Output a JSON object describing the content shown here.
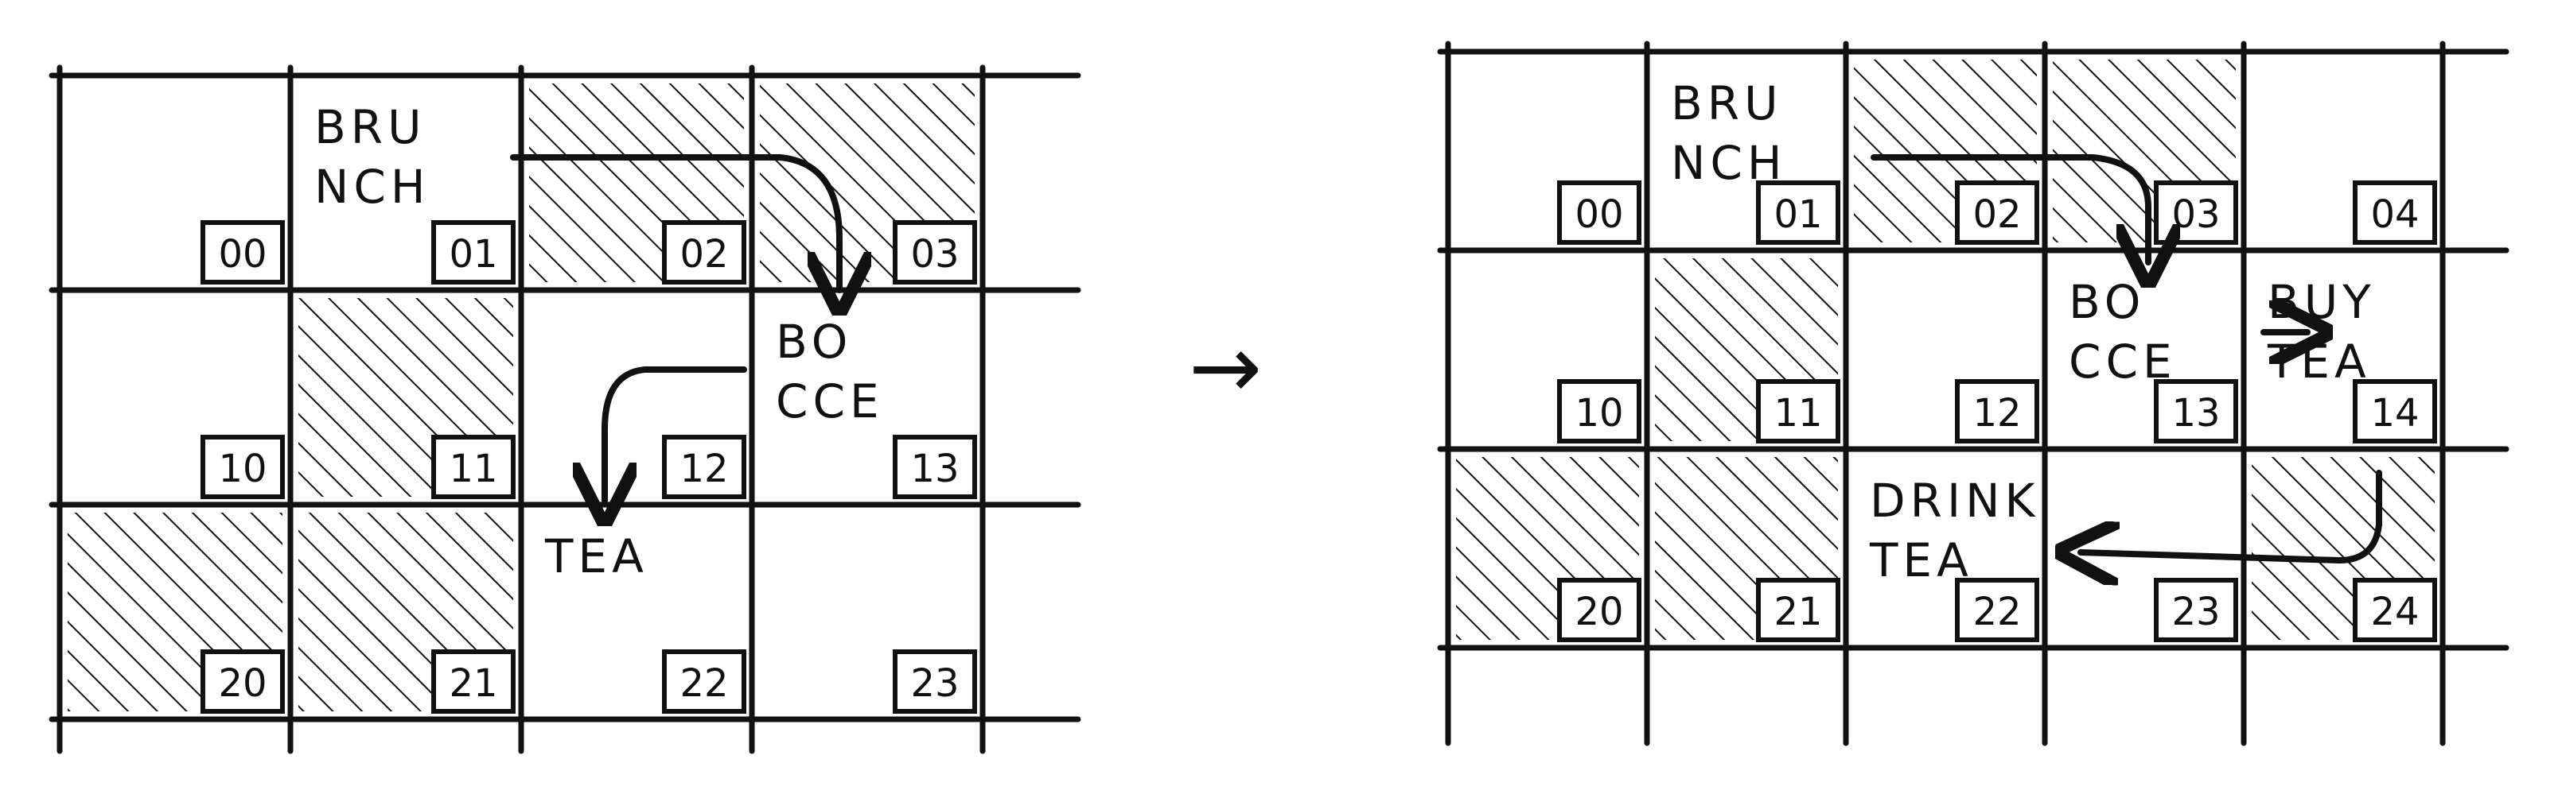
{
  "colors": {
    "ink": "#111111",
    "paper": "#ffffff"
  },
  "left_grid": {
    "labels": [
      {
        "cell": "01",
        "lines": [
          "BRU",
          "NCH"
        ]
      },
      {
        "cell": "13",
        "lines": [
          "BO",
          "CCE"
        ]
      },
      {
        "cell": "22",
        "lines": [
          "TEA"
        ]
      }
    ],
    "numbers": [
      "00",
      "01",
      "02",
      "03",
      "10",
      "11",
      "12",
      "13",
      "20",
      "21",
      "22",
      "23"
    ],
    "hatched": [
      "02",
      "03",
      "11",
      "20",
      "21",
      "24"
    ]
  },
  "transition_arrow": "→",
  "right_grid": {
    "labels": [
      {
        "cell": "01",
        "lines": [
          "BRU",
          "NCH"
        ]
      },
      {
        "cell": "13",
        "lines": [
          "BO",
          "CCE"
        ]
      },
      {
        "cell": "14",
        "lines": [
          "BUY",
          "TEA"
        ]
      },
      {
        "cell": "22",
        "lines": [
          "DRINK",
          "TEA"
        ]
      }
    ],
    "numbers": [
      "00",
      "01",
      "02",
      "03",
      "04",
      "10",
      "11",
      "12",
      "13",
      "14",
      "20",
      "21",
      "22",
      "23",
      "24"
    ],
    "hatched": [
      "02",
      "03",
      "11",
      "20",
      "21",
      "24"
    ]
  }
}
